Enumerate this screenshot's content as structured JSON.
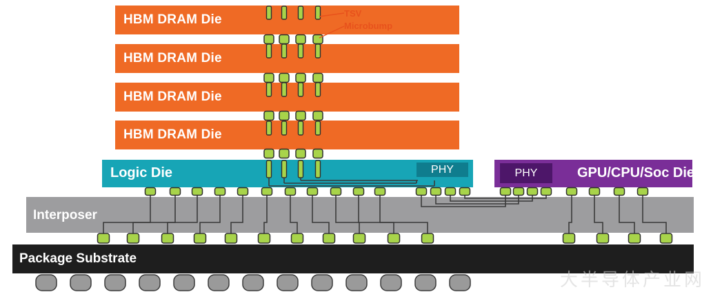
{
  "dram_dies": [
    {
      "label": "HBM DRAM Die"
    },
    {
      "label": "HBM DRAM Die"
    },
    {
      "label": "HBM DRAM Die"
    },
    {
      "label": "HBM DRAM Die"
    }
  ],
  "callouts": {
    "tsv": "TSV",
    "microbump": "Microbump"
  },
  "logic_die": {
    "label": "Logic Die",
    "phy": "PHY"
  },
  "soc_die": {
    "label": "GPU/CPU/Soc Die",
    "phy": "PHY"
  },
  "interposer": {
    "label": "Interposer"
  },
  "package_substrate": {
    "label": "Package Substrate"
  },
  "watermark": "大半导体产业网",
  "colors": {
    "dram": "#ef6a25",
    "logic": "#17a5b6",
    "soc": "#7a2e98",
    "interposer": "#9d9d9f",
    "substrate": "#1e1e1e",
    "bump": "#a8d44a",
    "ball": "#9a9a9a"
  }
}
